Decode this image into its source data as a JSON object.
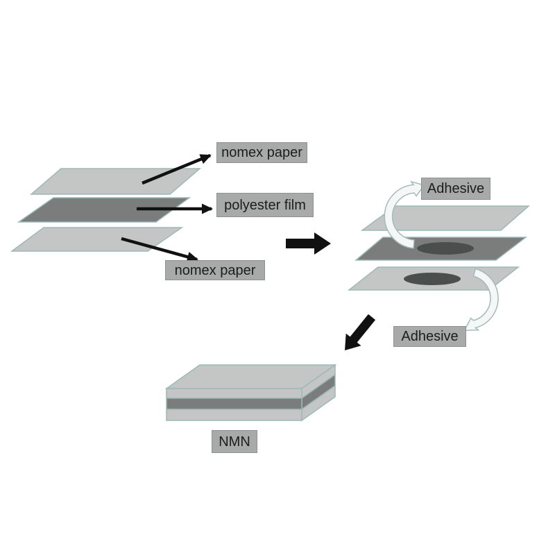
{
  "diagram": {
    "labels": {
      "nomex_top": "nomex paper",
      "polyester": "polyester film",
      "nomex_bottom": "nomex paper",
      "adhesive_top": "Adhesive",
      "adhesive_bottom": "Adhesive",
      "result": "NMN"
    },
    "colors": {
      "background": "#ffffff",
      "layer-light": "#c3c6c5",
      "layer-dark": "#7a7d7c",
      "layer-border": "#9db8b6",
      "adhesive-ellipse": "#4a4e4d",
      "label-bg": "#a8aaa9",
      "label-border": "#8f9190",
      "label-text": "#1c1c1c",
      "arrow-black": "#111111",
      "curved-arrow-fill": "#f5f7f7",
      "curved-arrow-border": "#a3bbba"
    }
  }
}
